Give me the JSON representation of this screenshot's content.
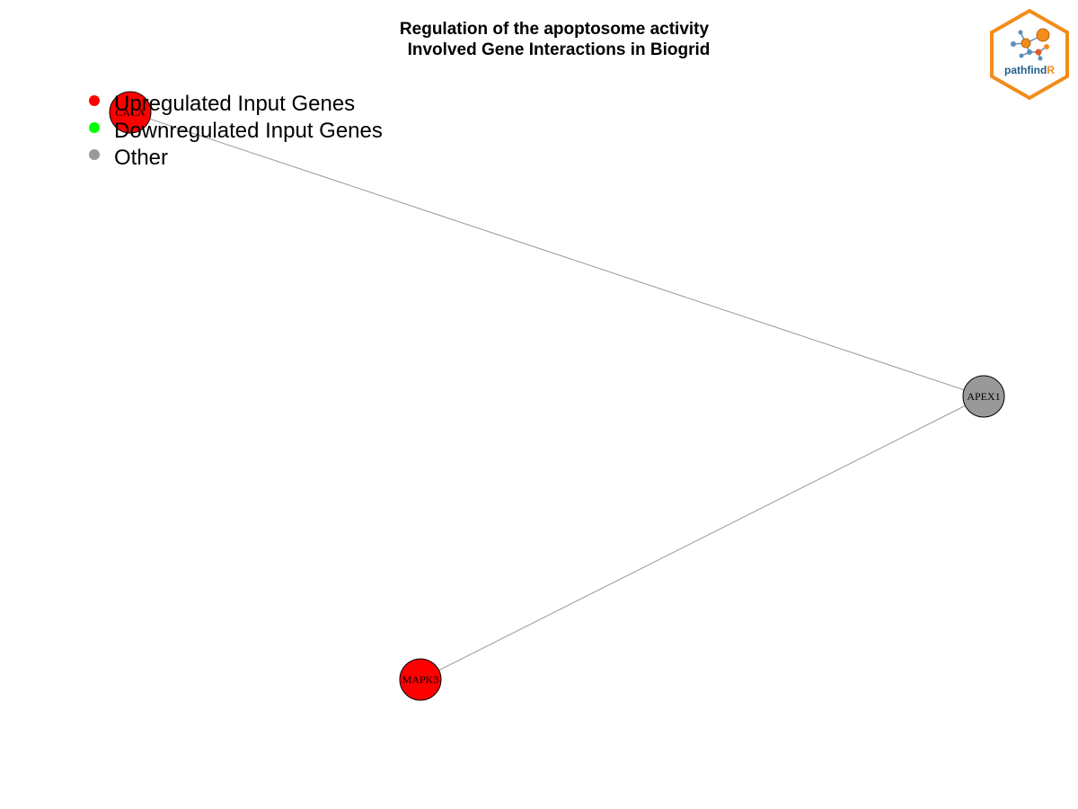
{
  "title": {
    "line1": "Regulation of the apoptosome activity",
    "line2": "Involved Gene Interactions in Biogrid"
  },
  "legend": [
    {
      "label": "Upregulated Input Genes",
      "color": "#ff0000"
    },
    {
      "label": "Downregulated Input Genes",
      "color": "#00ff00"
    },
    {
      "label": "Other",
      "color": "#999999"
    }
  ],
  "nodes": [
    {
      "id": "CACA",
      "label": "CACA",
      "color": "#ff0000"
    },
    {
      "id": "APEX1",
      "label": "APEX1",
      "color": "#999999"
    },
    {
      "id": "MAPK3",
      "label": "MAPK3",
      "color": "#ff0000"
    }
  ],
  "edges": [
    {
      "source": "CACA",
      "target": "APEX1"
    },
    {
      "source": "APEX1",
      "target": "MAPK3"
    }
  ],
  "edge_color": "#999999",
  "logo": {
    "text_main": "pathfind",
    "text_accent": "R",
    "main_color": "#1f5f8b",
    "accent_color": "#f28c1a",
    "icon": "network-graph-icon"
  }
}
